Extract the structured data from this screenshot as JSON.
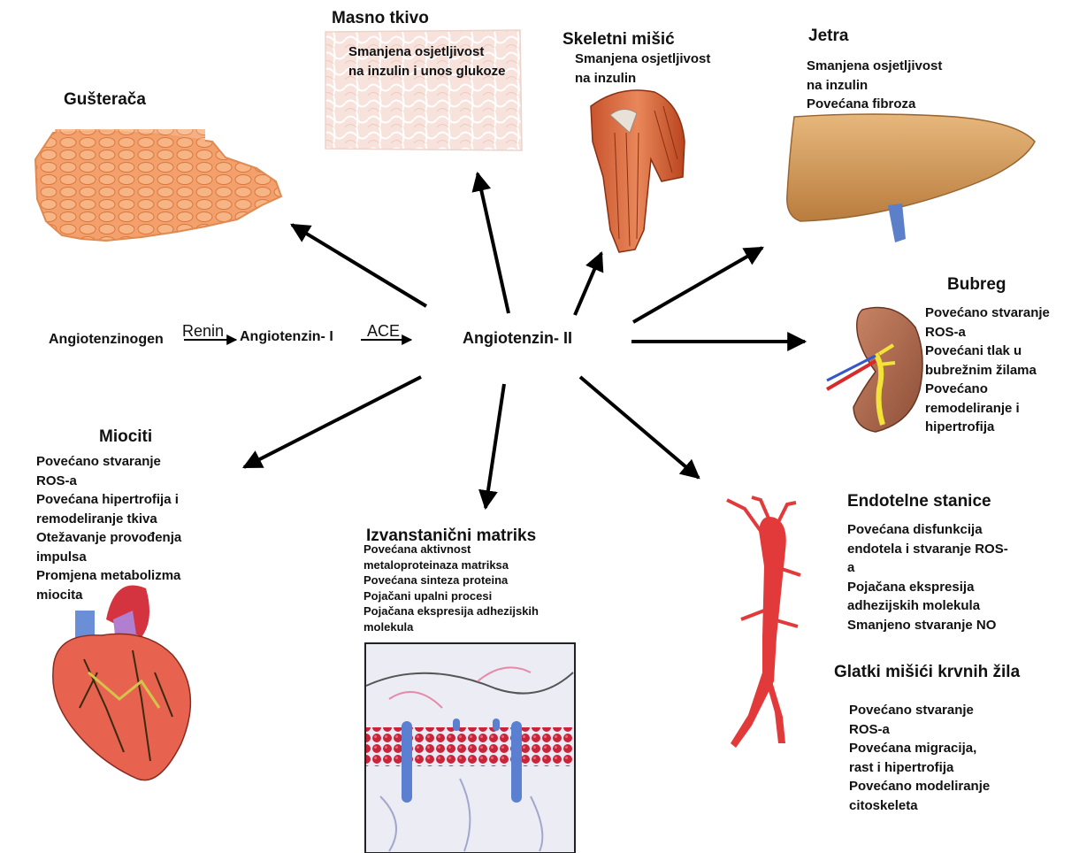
{
  "pathway": {
    "angiotensinogen": "Angiotenzinogen",
    "renin": "Renin",
    "angiotensin_i": "Angiotenzin- I",
    "ace": "ACE",
    "angiotensin_ii": "Angiotenzin- II"
  },
  "pancreas": {
    "title": "Gušterača"
  },
  "adipose": {
    "title": "Masno tkivo",
    "lines": [
      "Smanjena osjetljivost",
      "na inzulin i unos glukoze"
    ]
  },
  "muscle": {
    "title": "Skeletni mišić",
    "lines": [
      "Smanjena osjetljivost",
      "na inzulin"
    ]
  },
  "liver": {
    "title": "Jetra",
    "lines": [
      "Smanjena osjetljivost",
      "na inzulin",
      "Povećana fibroza"
    ]
  },
  "kidney": {
    "title": "Bubreg",
    "lines": [
      "Povećano stvaranje",
      "ROS-a",
      "Povećani tlak u",
      "bubrežnim žilama",
      "Povećano",
      "remodeliranje i",
      "hipertrofija"
    ]
  },
  "myocytes": {
    "title": "Miociti",
    "lines": [
      "Povećano stvaranje",
      "ROS-a",
      "Povećana hipertrofija i",
      "remodeliranje tkiva",
      "Otežavanje provođenja",
      "impulsa",
      "Promjena metabolizma",
      "miocita"
    ]
  },
  "matrix": {
    "title": "Izvanstanični matriks",
    "lines": [
      "Povećana aktivnost",
      "metaloproteinaza matriksa",
      "Povećana sinteza proteina",
      "Pojačani upalni procesi",
      "Pojačana ekspresija adhezijskih",
      "molekula"
    ]
  },
  "endothelial": {
    "title": "Endotelne stanice",
    "lines": [
      "Povećana disfunkcija",
      "endotela i stvaranje ROS-",
      "a",
      "Pojačana ekspresija",
      "adhezijskih molekula",
      "Smanjeno stvaranje NO"
    ]
  },
  "smooth_muscle": {
    "title": "Glatki mišići krvnih žila",
    "lines": [
      "Povećano stvaranje",
      "ROS-a",
      "Povećana migracija,",
      "rast i hipertrofija",
      "Povećano modeliranje",
      "citoskeleta"
    ]
  },
  "icons": [
    "pancreas-icon",
    "adipose-tissue-icon",
    "skeletal-muscle-icon",
    "liver-icon",
    "kidney-icon",
    "heart-icon",
    "cell-membrane-icon",
    "aorta-icon"
  ]
}
